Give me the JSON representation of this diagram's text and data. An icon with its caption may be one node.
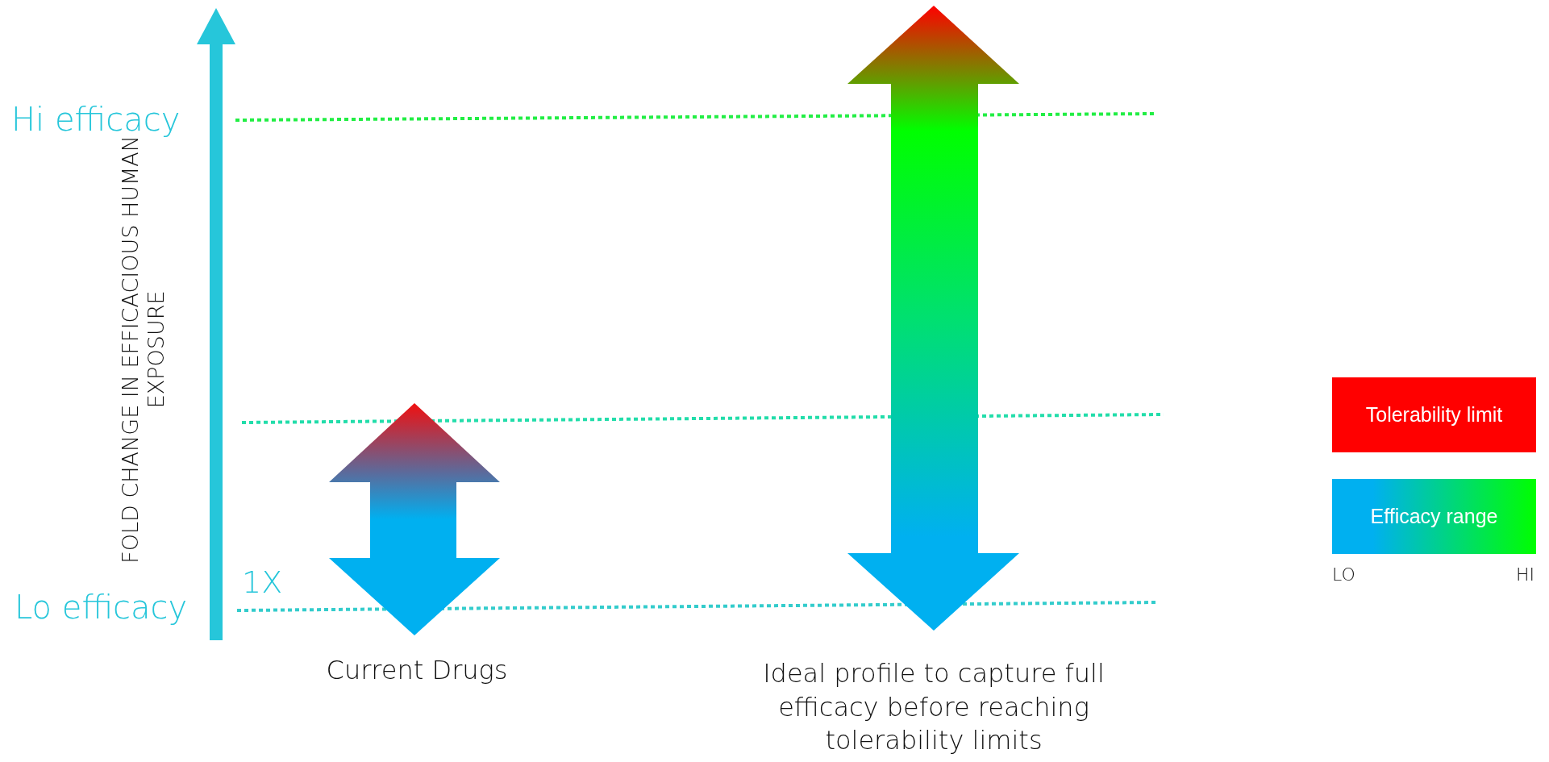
{
  "diagram": {
    "labels": [
      "Hi efficacy",
      "FOLD CHANGE IN EFFICACIOUS HUMAN EXPOSURE",
      "1X",
      "Lo efficacy",
      "Current Drugs",
      "Ideal profile to capture full efficacy before reaching tolerability limits",
      "LO",
      "HI"
    ],
    "legend": [
      {
        "text": "Tolerability limit",
        "color": "#ff0000"
      },
      {
        "text": "Efficacy range"
      }
    ]
  }
}
